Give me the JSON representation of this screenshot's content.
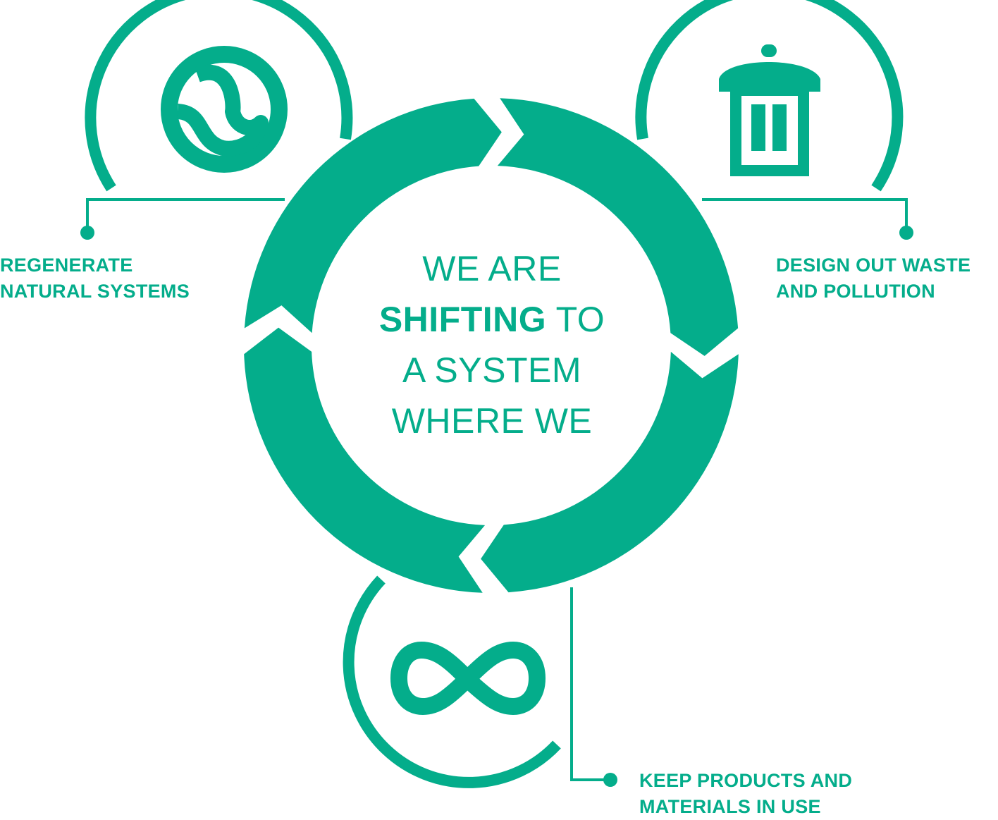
{
  "colors": {
    "accent": "#04ad8b",
    "background": "#ffffff"
  },
  "center": {
    "line1": "WE ARE",
    "line2_bold": "SHIFTING",
    "line2_rest": " TO",
    "line3": "A SYSTEM",
    "line4": "WHERE WE"
  },
  "principles": [
    {
      "icon": "regenerate-swirl-icon",
      "line1": "REGENERATE",
      "line2": "NATURAL SYSTEMS"
    },
    {
      "icon": "trash-bin-icon",
      "line1": "DESIGN OUT WASTE",
      "line2": "AND POLLUTION"
    },
    {
      "icon": "infinity-icon",
      "line1": "KEEP PRODUCTS AND",
      "line2": "MATERIALS IN USE"
    }
  ]
}
